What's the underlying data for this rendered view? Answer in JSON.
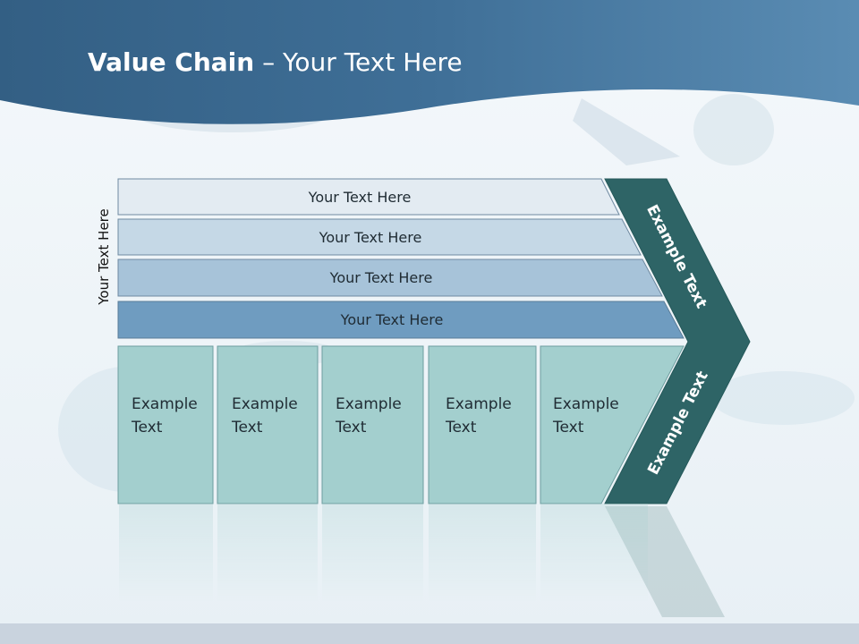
{
  "slide": {
    "title_bold": "Value Chain",
    "title_rest": " – Your Text Here",
    "side_label": "Your Text Here",
    "bars": [
      {
        "label": "Your Text Here"
      },
      {
        "label": "Your Text Here"
      },
      {
        "label": "Your Text Here"
      },
      {
        "label": "Your Text Here"
      }
    ],
    "boxes": [
      {
        "line1": "Example",
        "line2": "Text"
      },
      {
        "line1": "Example",
        "line2": "Text"
      },
      {
        "line1": "Example",
        "line2": "Text"
      },
      {
        "line1": "Example",
        "line2": "Text"
      },
      {
        "line1": "Example",
        "line2": "Text"
      }
    ],
    "chevron_upper_label": "Example Text",
    "chevron_lower_label": "Example Text"
  },
  "colors": {
    "header": "#3f6f97",
    "bar1": "#e3ebf2",
    "bar2": "#c5d8e6",
    "bar3": "#a7c3d9",
    "bar4": "#6f9cc0",
    "boxes": "#a3cfce",
    "chevron": "#2e6466"
  }
}
